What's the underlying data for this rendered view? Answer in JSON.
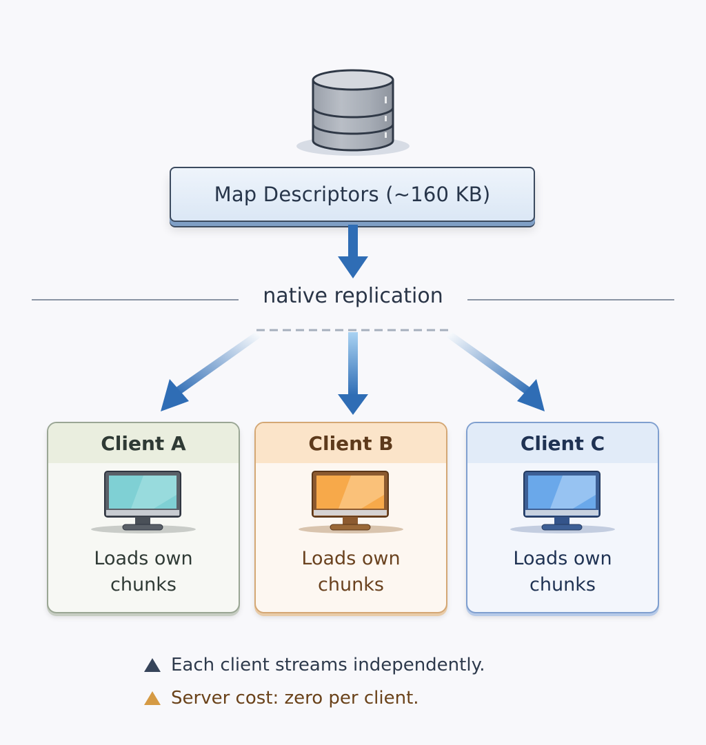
{
  "database": {
    "icon": "database-icon"
  },
  "descriptor_box": {
    "label": "Map Descriptors (~160 KB)"
  },
  "replication": {
    "label": "native replication"
  },
  "colors": {
    "arrow_blue": "#2f6db5",
    "arrow_light": "#a9d2f2",
    "card_a_accent": "#9aa694",
    "card_b_accent": "#d4a774",
    "card_c_accent": "#7f9fcf",
    "screen_a": "#7fd0d4",
    "screen_b": "#f7a94a",
    "screen_c": "#6aa8ea"
  },
  "clients": [
    {
      "name": "Client A",
      "text_line1": "Loads own",
      "text_line2": "chunks"
    },
    {
      "name": "Client B",
      "text_line1": "Loads own",
      "text_line2": "chunks"
    },
    {
      "name": "Client C",
      "text_line1": "Loads own",
      "text_line2": "chunks"
    }
  ],
  "notes": [
    {
      "text": "Each client streams independently.",
      "color": "#36445a"
    },
    {
      "text": "Server cost: zero per client.",
      "color": "#d59a44"
    }
  ]
}
